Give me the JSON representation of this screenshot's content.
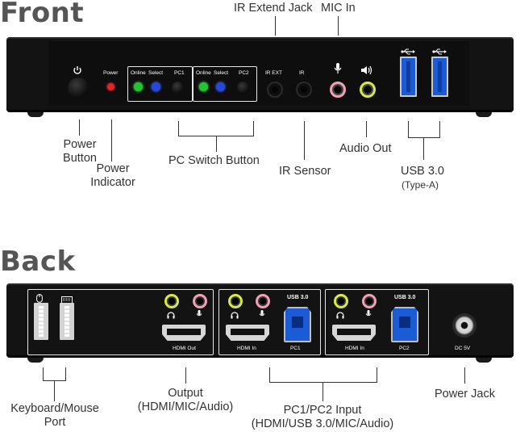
{
  "front": {
    "title": "Front",
    "top_labels": {
      "ir_extend": "IR Extend Jack",
      "mic_in": "MIC In"
    },
    "panel": {
      "power": "Power",
      "online": "Online",
      "select": "Select",
      "pc1": "PC1",
      "pc2": "PC2",
      "ir_ext": "IR EXT",
      "ir": "IR"
    },
    "callouts": {
      "power_button": [
        "Power",
        "Button"
      ],
      "power_indicator": [
        "Power",
        "Indicator"
      ],
      "pc_switch": "PC Switch Button",
      "ir_sensor": "IR Sensor",
      "audio_out": "Audio Out",
      "usb30": "USB 3.0",
      "usb30_type": "(Type-A)"
    }
  },
  "back": {
    "title": "Back",
    "panel": {
      "hdmi_out": "HDMI Out",
      "hdmi_in": "HDMI In",
      "usb30": "USB 3.0",
      "pc1": "PC1",
      "pc2": "PC2",
      "dc5v": "DC 5V"
    },
    "callouts": {
      "keyboard_mouse": [
        "Keyboard/Mouse",
        "Port"
      ],
      "output": [
        "Output",
        "(HDMI/MIC/Audio)"
      ],
      "pc_input": [
        "PC1/PC2 Input",
        "(HDMI/USB 3.0/MIC/Audio)"
      ],
      "power_jack": "Power Jack"
    }
  },
  "colors": {
    "led_red": "#e8202a",
    "led_green": "#22c433",
    "led_blue": "#2748e0",
    "usb_blue": "#1c5bd6",
    "mic_pink": "#f2a0b6",
    "audio_green": "#d8e84a"
  }
}
